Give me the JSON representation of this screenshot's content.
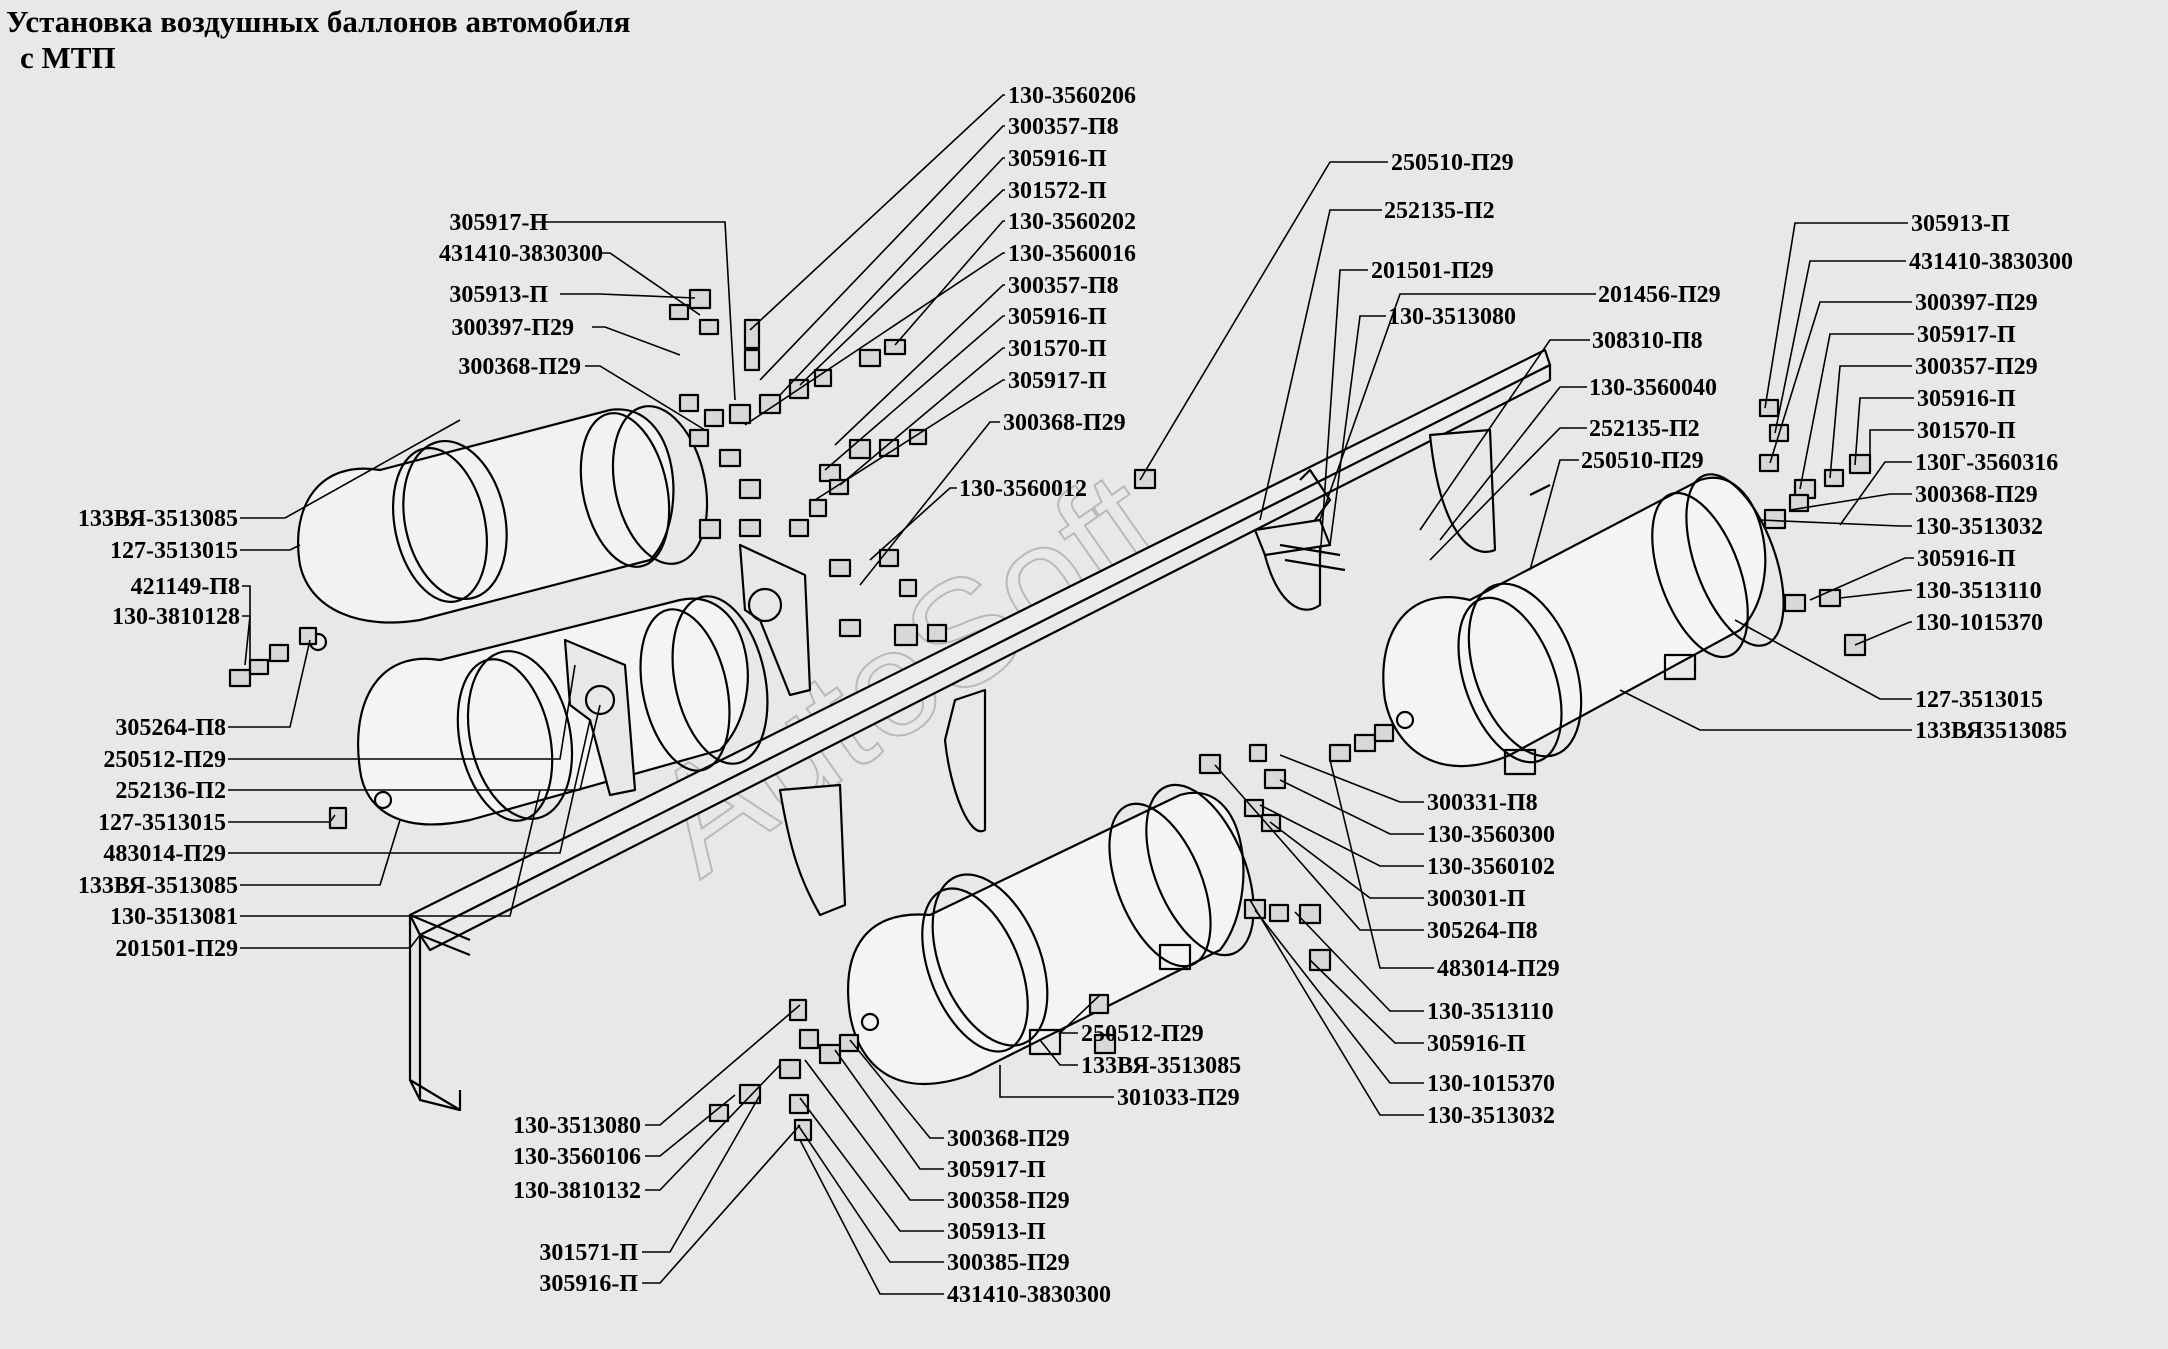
{
  "title": {
    "line1": "Установка воздушных баллонов автомобиля",
    "line2": "с МТП"
  },
  "watermark": "AutoSoft",
  "labels": [
    {
      "id": "l1",
      "text": "130-3560206"
    },
    {
      "id": "l2",
      "text": "300357-П8"
    },
    {
      "id": "l3",
      "text": "305916-П"
    },
    {
      "id": "l4",
      "text": "301572-П"
    },
    {
      "id": "l5",
      "text": "130-3560202"
    },
    {
      "id": "l6",
      "text": "130-3560016"
    },
    {
      "id": "l7",
      "text": "300357-П8"
    },
    {
      "id": "l8",
      "text": "305916-П"
    },
    {
      "id": "l9",
      "text": "301570-П"
    },
    {
      "id": "l10",
      "text": "305917-П"
    },
    {
      "id": "l11",
      "text": "300368-П29"
    },
    {
      "id": "l12",
      "text": "130-3560012"
    },
    {
      "id": "l13",
      "text": "305917-П"
    },
    {
      "id": "l14",
      "text": "431410-3830300"
    },
    {
      "id": "l15",
      "text": "305913-П"
    },
    {
      "id": "l16",
      "text": "300397-П29"
    },
    {
      "id": "l17",
      "text": "300368-П29"
    },
    {
      "id": "l18",
      "text": "133ВЯ-3513085"
    },
    {
      "id": "l19",
      "text": "127-3513015"
    },
    {
      "id": "l20",
      "text": "421149-П8"
    },
    {
      "id": "l21",
      "text": "130-3810128"
    },
    {
      "id": "l22",
      "text": "305264-П8"
    },
    {
      "id": "l23",
      "text": "250512-П29"
    },
    {
      "id": "l24",
      "text": "252136-П2"
    },
    {
      "id": "l25",
      "text": "127-3513015"
    },
    {
      "id": "l26",
      "text": "483014-П29"
    },
    {
      "id": "l27",
      "text": "133ВЯ-3513085"
    },
    {
      "id": "l28",
      "text": "130-3513081"
    },
    {
      "id": "l29",
      "text": "201501-П29"
    },
    {
      "id": "l30",
      "text": "250510-П29"
    },
    {
      "id": "l31",
      "text": "252135-П2"
    },
    {
      "id": "l32",
      "text": "201501-П29"
    },
    {
      "id": "l33",
      "text": "201456-П29"
    },
    {
      "id": "l34",
      "text": "130-3513080"
    },
    {
      "id": "l35",
      "text": "308310-П8"
    },
    {
      "id": "l36",
      "text": "130-3560040"
    },
    {
      "id": "l37",
      "text": "252135-П2"
    },
    {
      "id": "l38",
      "text": "250510-П29"
    },
    {
      "id": "l39",
      "text": "305913-П"
    },
    {
      "id": "l40",
      "text": "431410-3830300"
    },
    {
      "id": "l41",
      "text": "300397-П29"
    },
    {
      "id": "l42",
      "text": "305917-П"
    },
    {
      "id": "l43",
      "text": "300357-П29"
    },
    {
      "id": "l44",
      "text": "305916-П"
    },
    {
      "id": "l45",
      "text": "301570-П"
    },
    {
      "id": "l46",
      "text": "130Г-3560316"
    },
    {
      "id": "l47",
      "text": "300368-П29"
    },
    {
      "id": "l48",
      "text": "130-3513032"
    },
    {
      "id": "l49",
      "text": "305916-П"
    },
    {
      "id": "l50",
      "text": "130-3513110"
    },
    {
      "id": "l51",
      "text": "130-1015370"
    },
    {
      "id": "l52",
      "text": "127-3513015"
    },
    {
      "id": "l53",
      "text": "133ВЯ3513085"
    },
    {
      "id": "l54",
      "text": "300331-П8"
    },
    {
      "id": "l55",
      "text": "130-3560300"
    },
    {
      "id": "l56",
      "text": "130-3560102"
    },
    {
      "id": "l57",
      "text": "300301-П"
    },
    {
      "id": "l58",
      "text": "305264-П8"
    },
    {
      "id": "l59",
      "text": "483014-П29"
    },
    {
      "id": "l60",
      "text": "130-3513110"
    },
    {
      "id": "l61",
      "text": "305916-П"
    },
    {
      "id": "l62",
      "text": "130-1015370"
    },
    {
      "id": "l63",
      "text": "130-3513032"
    },
    {
      "id": "l64",
      "text": "250512-П29"
    },
    {
      "id": "l65",
      "text": "133ВЯ-3513085"
    },
    {
      "id": "l66",
      "text": "301033-П29"
    },
    {
      "id": "l67",
      "text": "130-3513080"
    },
    {
      "id": "l68",
      "text": "130-3560106"
    },
    {
      "id": "l69",
      "text": "130-3810132"
    },
    {
      "id": "l70",
      "text": "301571-П"
    },
    {
      "id": "l71",
      "text": "305916-П"
    },
    {
      "id": "l72",
      "text": "300368-П29"
    },
    {
      "id": "l73",
      "text": "305917-П"
    },
    {
      "id": "l74",
      "text": "300358-П29"
    },
    {
      "id": "l75",
      "text": "305913-П"
    },
    {
      "id": "l76",
      "text": "300385-П29"
    },
    {
      "id": "l77",
      "text": "431410-3830300"
    }
  ]
}
